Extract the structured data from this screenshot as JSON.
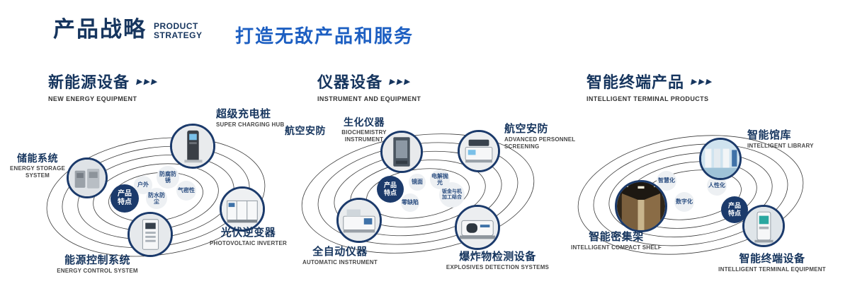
{
  "header": {
    "title": "产品战略",
    "subtitle_line1": "PRODUCT",
    "subtitle_line2": "STRATEGY",
    "slogan": "打造无敌产品和服务"
  },
  "arrows": "▶▶▶",
  "badge_label": "产品特点",
  "colors": {
    "navy": "#16355e",
    "blue": "#1d5fc2"
  },
  "sections": [
    {
      "title": "新能源设备",
      "subtitle": "NEW ENERGY EQUIPMENT",
      "features": [
        "户外",
        "防腐防锈",
        "防水防尘",
        "气密性"
      ],
      "products": [
        {
          "name": "储能系统",
          "en": "ENERGY STORAGE SYSTEM"
        },
        {
          "name": "超级充电桩",
          "en": "SUPER CHARGING HUB"
        },
        {
          "name": "光伏逆变器",
          "en": "PHOTOVOLTAIC INVERTER"
        },
        {
          "name": "能源控制系统",
          "en": "ENERGY CONTROL SYSTEM"
        }
      ]
    },
    {
      "title": "仪器设备",
      "subtitle": "INSTRUMENT AND EQUIPMENT",
      "extra_label": "航空安防",
      "features": [
        "镜面",
        "电解抛光",
        "零缺陷",
        "钣金与机加工结合"
      ],
      "products": [
        {
          "name": "生化仪器",
          "en": "BIOCHEMISTRY INSTRUMENT"
        },
        {
          "name": "航空安防",
          "en": "ADVANCED PERSONNEL SCREENING"
        },
        {
          "name": "全自动仪器",
          "en": "AUTOMATIC INSTRUMENT"
        },
        {
          "name": "爆炸物检测设备",
          "en": "EXPLOSIVES DETECTION SYSTEMS"
        }
      ]
    },
    {
      "title": "智能终端产品",
      "subtitle": "INTELLIGENT TERMINAL PRODUCTS",
      "features": [
        "智慧化",
        "人性化",
        "数字化"
      ],
      "products": [
        {
          "name": "智能馆库",
          "en": "INTELLIGENT LIBRARY"
        },
        {
          "name": "智能密集架",
          "en": "INTELLIGENT COMPACT SHELF"
        },
        {
          "name": "智能终端设备",
          "en": "INTELLIGENT TERMINAL EQUIPMENT"
        }
      ]
    }
  ]
}
